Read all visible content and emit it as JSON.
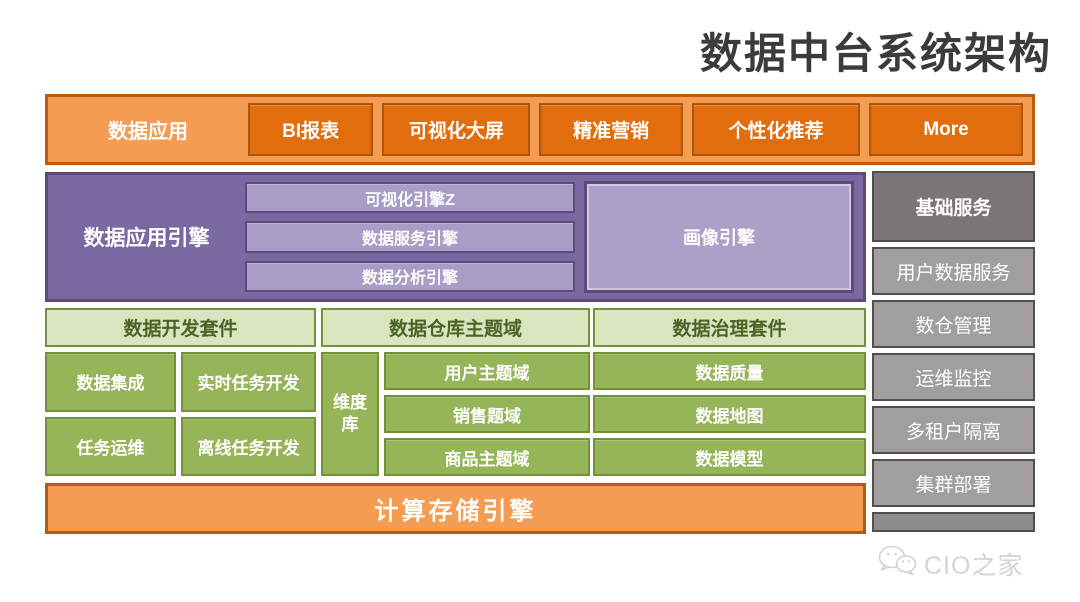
{
  "title": "数据中台系统架构",
  "app_layer": {
    "label": "数据应用",
    "items": [
      "BI报表",
      "可视化大屏",
      "精准营销",
      "个性化推荐",
      "More"
    ]
  },
  "engine_layer": {
    "label": "数据应用引擎",
    "engines": [
      "可视化引擎Z",
      "数据服务引擎",
      "数据分析引擎"
    ],
    "portrait_engine": "画像引擎"
  },
  "base_services": {
    "header": "基础服务",
    "items": [
      "用户数据服务",
      "数仓管理",
      "运维监控",
      "多租户隔离",
      "集群部署"
    ]
  },
  "dev_suite": {
    "header": "数据开发套件",
    "cells": [
      "数据集成",
      "实时任务开发",
      "任务运维",
      "离线任务开发"
    ]
  },
  "warehouse": {
    "header": "数据仓库主题域",
    "side_label": "维度库",
    "rows": [
      "用户主题域",
      "销售题域",
      "商品主题域"
    ]
  },
  "governance": {
    "header": "数据治理套件",
    "rows": [
      "数据质量",
      "数据地图",
      "数据模型"
    ]
  },
  "compute_layer": {
    "label": "计算存储引擎"
  },
  "watermark": {
    "text": "CIO之家",
    "icon": "wechat-icon"
  },
  "colors": {
    "orange_light": "#f49c52",
    "orange_dark": "#e16d0d",
    "orange_border": "#be5b10",
    "purple": "#7a68a0",
    "purple_light": "#a99cc6",
    "purple_border": "#5e4a7d",
    "green": "#96b558",
    "green_light": "#d8e5be",
    "green_border": "#71913b",
    "green_text": "#4d6227",
    "gray_dark": "#7b7575",
    "gray_light": "#a29e9e",
    "gray_border": "#4f4f4f",
    "title_text": "#3b3b3b",
    "watermark_text": "#d5d3d3"
  }
}
